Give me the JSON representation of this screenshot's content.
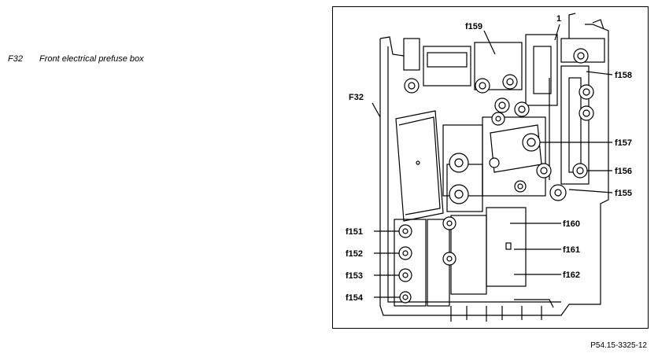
{
  "legend": {
    "key": "F32",
    "description": "Front electrical prefuse box"
  },
  "diagram": {
    "labels": {
      "f32": "F32",
      "one": "1",
      "f159": "f159",
      "f158": "f158",
      "f157": "f157",
      "f156": "f156",
      "f155": "f155",
      "f160": "f160",
      "f161": "f161",
      "f162": "f162",
      "f151": "f151",
      "f152": "f152",
      "f153": "f153",
      "f154": "f154"
    },
    "reference": "P54.15-3325-12"
  }
}
